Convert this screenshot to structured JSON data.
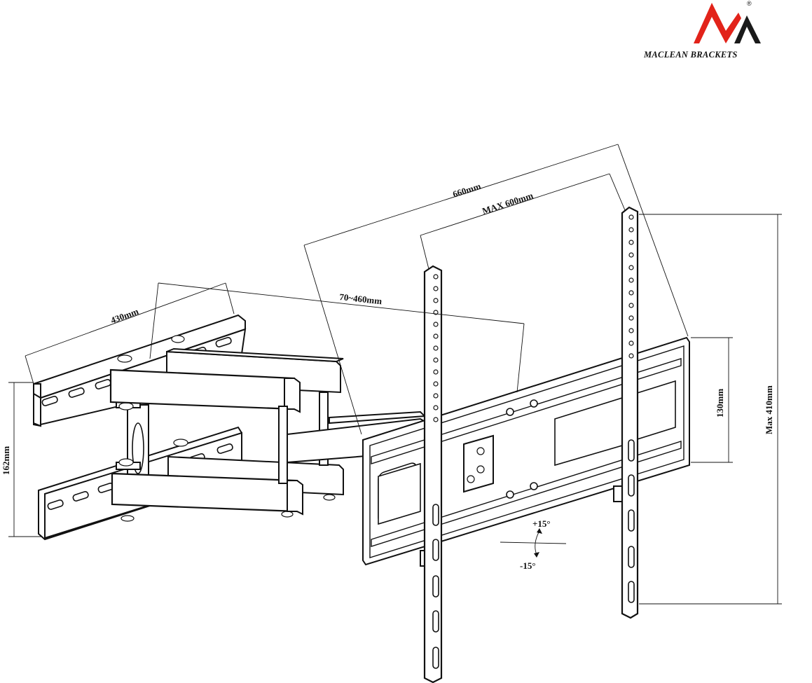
{
  "brand": {
    "name": "MACLEAN BRACKETS",
    "registered_mark": "®",
    "logo_colors": {
      "red": "#e2231a",
      "dark": "#1a1a1a"
    }
  },
  "dimensions": {
    "overall_width": "660mm",
    "max_vesa_horizontal": "MAX 600mm",
    "extension_range": "70~460mm",
    "wall_plate_width": "430mm",
    "wall_plate_height": "162mm",
    "panel_height": "130mm",
    "max_vesa_vertical": "Max 410mm",
    "tilt_up": "+15°",
    "tilt_down": "-15°"
  }
}
